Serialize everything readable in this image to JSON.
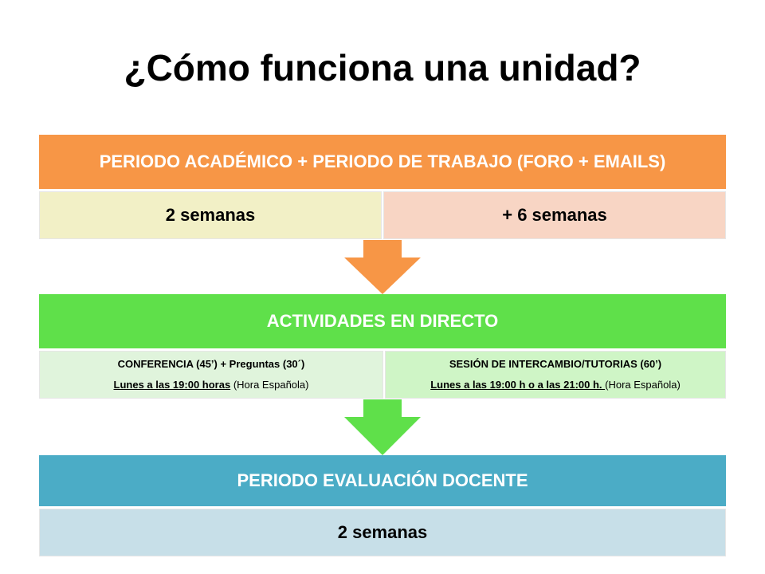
{
  "title": "¿Cómo funciona una unidad?",
  "section1": {
    "header": "PERIODO ACADÉMICO + PERIODO DE TRABAJO (FORO + EMAILS)",
    "left": "2 semanas",
    "right": "+ 6 semanas",
    "colors": {
      "header": "#F79646",
      "left": "#F2F0C6",
      "right": "#F8D5C4",
      "arrow": "#F79646"
    }
  },
  "section2": {
    "header": "ACTIVIDADES EN DIRECTO",
    "left": {
      "line1": "CONFERENCIA (45’) + Preguntas (30´)",
      "line2_u": "Lunes a las 19:00 horas",
      "line2_rest": " (Hora Española)"
    },
    "right": {
      "line1": "SESIÓN DE INTERCAMBIO/TUTORIAS (60’)",
      "line2_u": "Lunes a las 19:00 h o a las 21:00 h. ",
      "line2_rest": "(Hora Española)"
    },
    "colors": {
      "header": "#5FE04A",
      "left": "#E0F4DC",
      "right": "#CFF5C6",
      "arrow": "#5FE04A"
    }
  },
  "section3": {
    "header": "PERIODO EVALUACIÓN DOCENTE",
    "cell": "2 semanas",
    "colors": {
      "header": "#4BACC6",
      "cell": "#C7DFE8"
    }
  }
}
